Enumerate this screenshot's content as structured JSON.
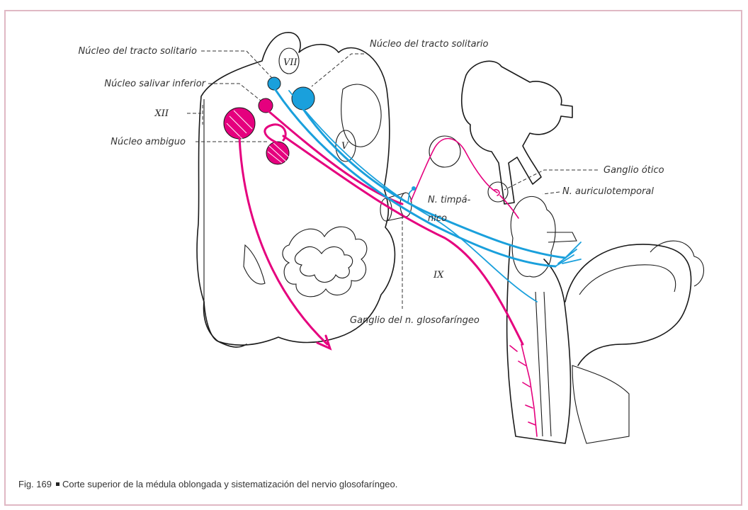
{
  "figure": {
    "labels": {
      "nucleo_tracto_solitario_left": "Núcleo del tracto solitario",
      "nucleo_tracto_solitario_right": "Núcleo del tracto solitario",
      "nucleo_salivar_inferior": "Núcleo salivar inferior",
      "xii": "XII",
      "nucleo_ambiguo": "Núcleo ambiguo",
      "ganglio_otico": "Ganglio ótico",
      "n_auriculotemporal": "N. auriculotemporal",
      "n_timpanico_line1": "N. timpá-",
      "n_timpanico_line2": "nico",
      "ix": "IX",
      "ganglio_glosofaringeo": "Ganglio del n. glosofaríngeo",
      "vii": "VII",
      "v": "V"
    },
    "caption": {
      "number": "Fig. 169",
      "text": "Corte superior de la médula oblongada y sistematización del nervio glosofaríngeo."
    },
    "colors": {
      "motor_parasympathetic": "#e5007e",
      "sensory": "#1aa0dc",
      "frame": "#e0b8c4"
    }
  }
}
